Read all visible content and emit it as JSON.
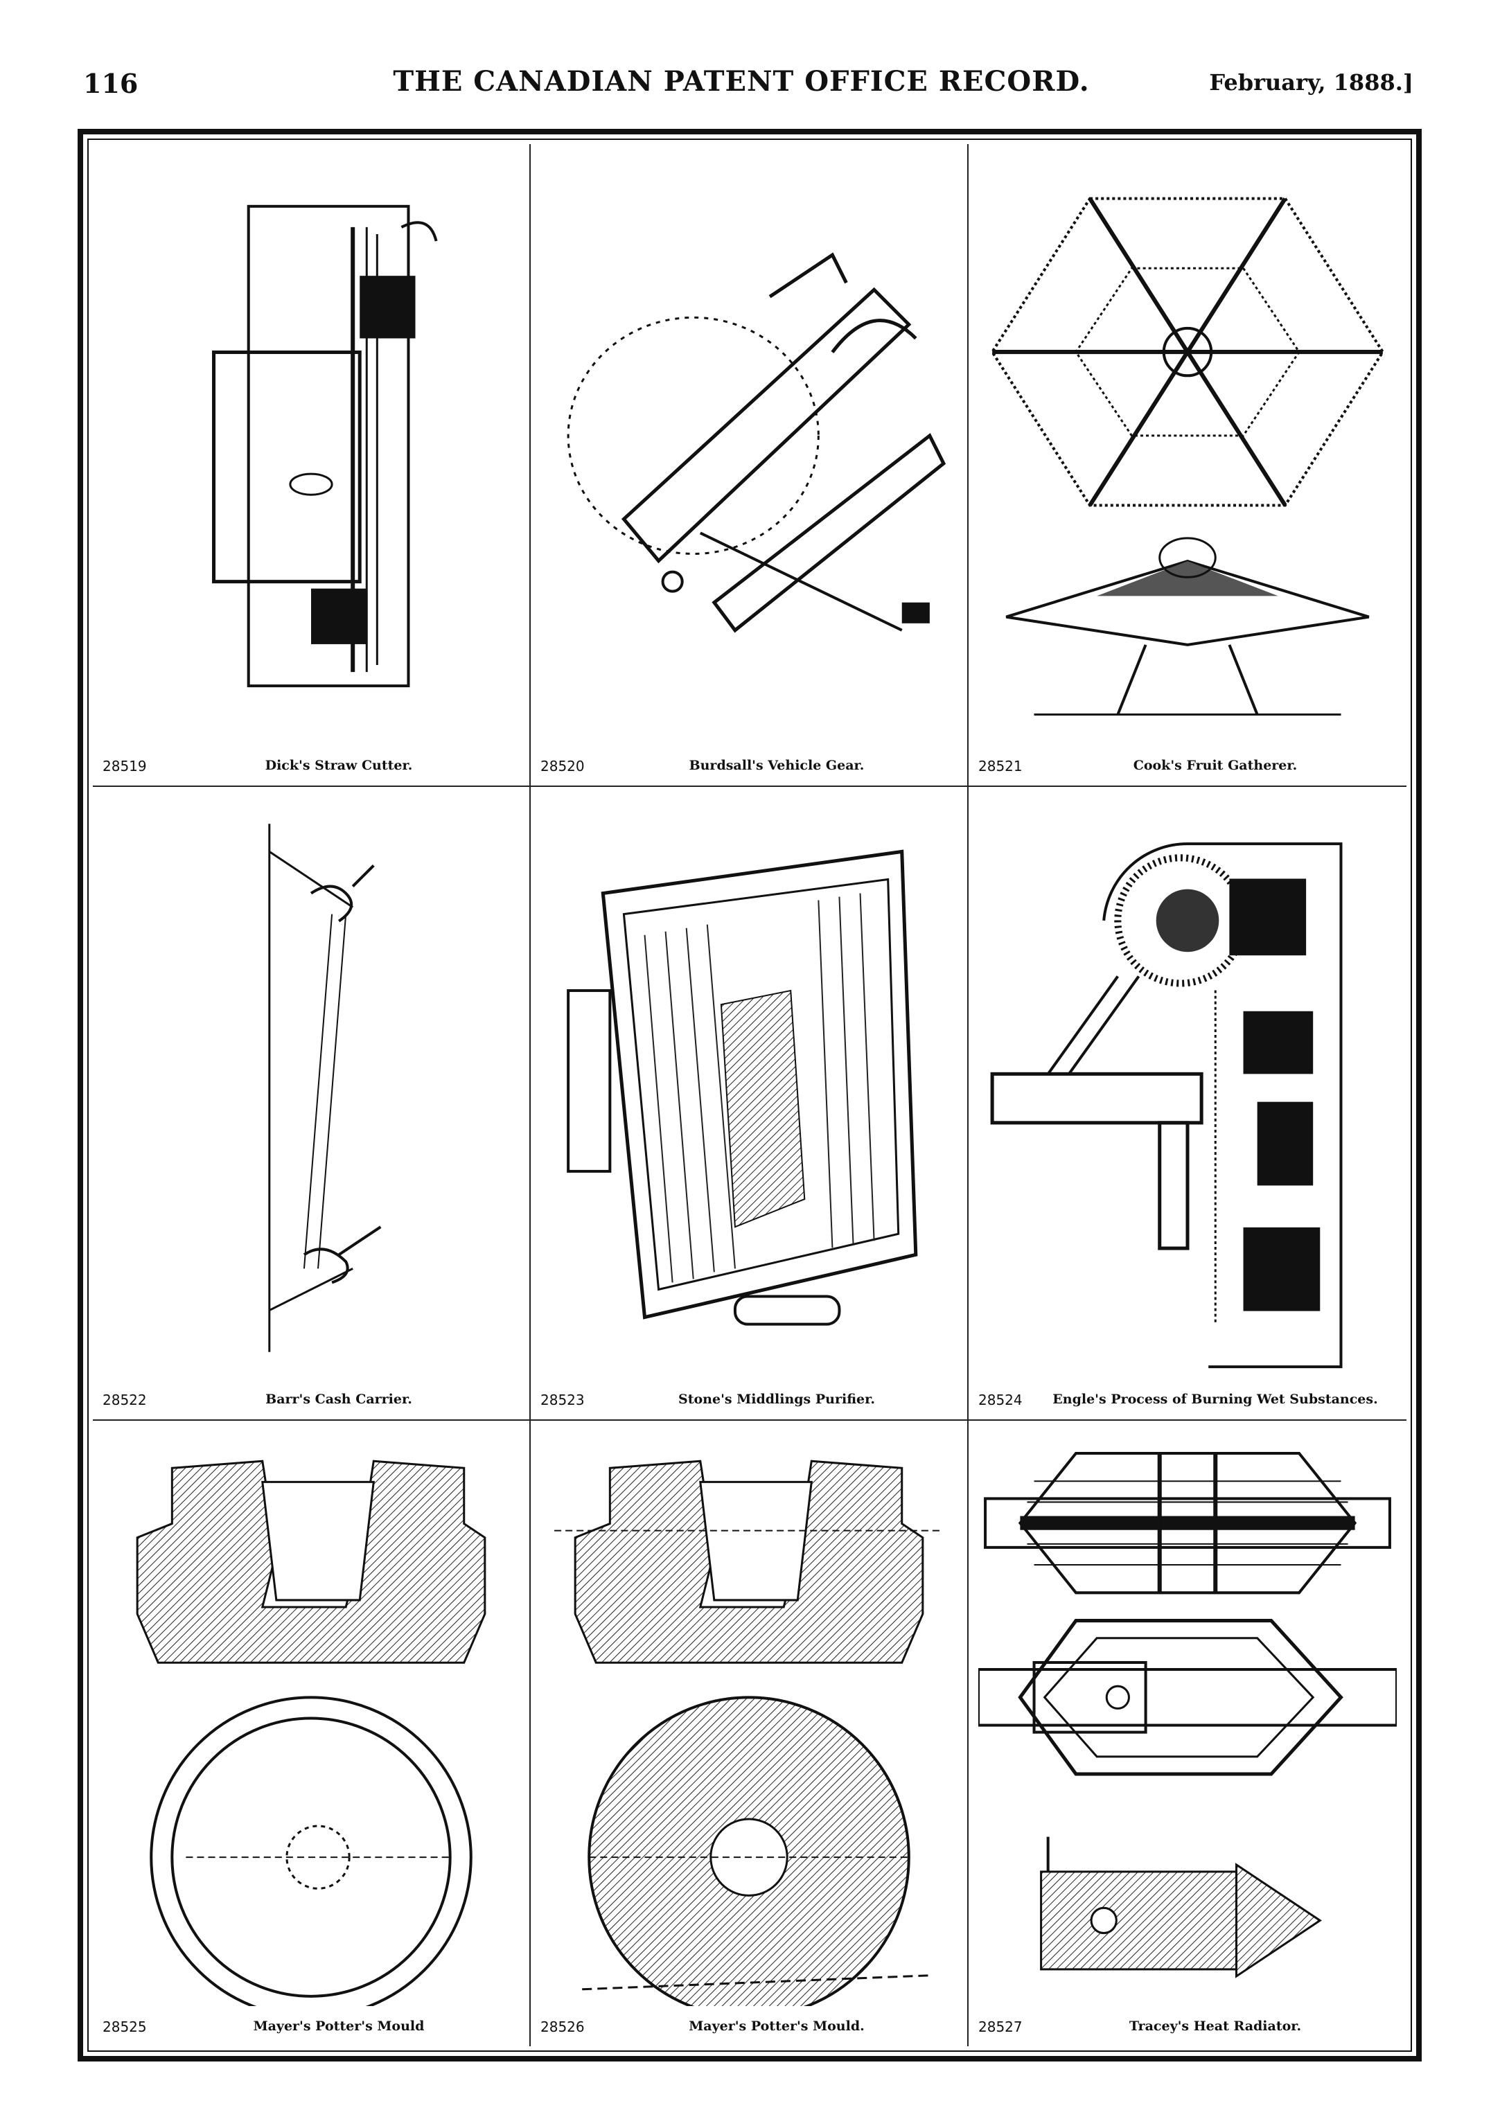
{
  "header": {
    "page_number": "116",
    "journal_title": "THE CANADIAN PATENT OFFICE RECORD.",
    "issue_date": "February, 1888.]"
  },
  "figures": [
    {
      "number": "28519",
      "title": "Dick's Straw Cutter.",
      "icon": "straw-cutter-drawing"
    },
    {
      "number": "28520",
      "title": "Burdsall's Vehicle Gear.",
      "icon": "vehicle-gear-drawing"
    },
    {
      "number": "28521",
      "title": "Cook's Fruit Gatherer.",
      "icon": "fruit-gatherer-drawing"
    },
    {
      "number": "28522",
      "title": "Barr's Cash Carrier.",
      "icon": "cash-carrier-drawing"
    },
    {
      "number": "28523",
      "title": "Stone's Middlings Purifier.",
      "icon": "middlings-purifier-drawing"
    },
    {
      "number": "28524",
      "title": "Engle's Process of Burning Wet Substances.",
      "icon": "burning-process-drawing"
    },
    {
      "number": "28525",
      "title": "Mayer's Potter's Mould",
      "icon": "potters-mould-drawing"
    },
    {
      "number": "28526",
      "title": "Mayer's Potter's Mould.",
      "icon": "potters-mould-drawing"
    },
    {
      "number": "28527",
      "title": "Tracey's Heat Radiator.",
      "icon": "heat-radiator-drawing"
    }
  ]
}
